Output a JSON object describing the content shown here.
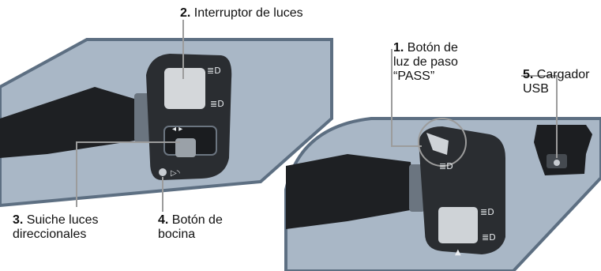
{
  "colors": {
    "panel": "#a9b7c6",
    "panel_edge": "#5d6f82",
    "body": "#2a2d31",
    "grip": "#1e2023",
    "leader": "#9c9c9c",
    "button_light": "#d4d7da"
  },
  "callouts": [
    {
      "id": "pass",
      "number": "1.",
      "line1": "Botón de",
      "line2": "luz de paso",
      "line3": "“PASS”"
    },
    {
      "id": "lights",
      "number": "2.",
      "line1": "Interruptor de luces"
    },
    {
      "id": "turn",
      "number": "3.",
      "line1": "Suiche luces",
      "line2": "direccionales"
    },
    {
      "id": "horn",
      "number": "4.",
      "line1": "Botón de",
      "line2": "bocina"
    },
    {
      "id": "usb",
      "number": "5.",
      "line1": "Cargador",
      "line2": "USB"
    }
  ],
  "icons": {
    "left": [
      "headlight-icon",
      "low-beam-icon",
      "horn-icon",
      "turn-arrows-icon"
    ],
    "right": [
      "pass-light-icon",
      "headlight-icon",
      "low-beam-icon",
      "warning-triangle-icon",
      "usb-port-icon"
    ]
  }
}
